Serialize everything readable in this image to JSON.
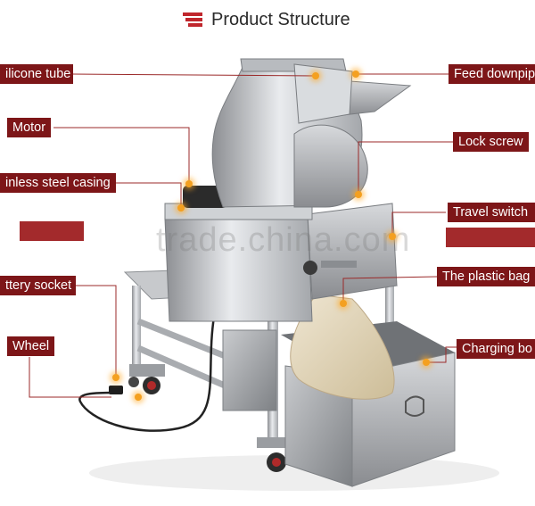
{
  "header": {
    "title": "Product Structure",
    "icon": "stacked-bars-icon"
  },
  "callouts": [
    {
      "key": "silicone",
      "text": "ilicone tube"
    },
    {
      "key": "motor",
      "text": "Motor"
    },
    {
      "key": "casing",
      "text": "inless steel casing"
    },
    {
      "key": "battery",
      "text": "ttery socket"
    },
    {
      "key": "wheel",
      "text": "Wheel"
    },
    {
      "key": "feed",
      "text": "Feed downpip"
    },
    {
      "key": "lock",
      "text": "Lock screw"
    },
    {
      "key": "travel",
      "text": "Travel switch"
    },
    {
      "key": "bag",
      "text": "The plastic bag"
    },
    {
      "key": "charging",
      "text": "Charging bo"
    }
  ],
  "watermark": "trade.china.com",
  "colors": {
    "label_bg": "#7d1618",
    "accent": "#c0272d",
    "marker": "#f4a020",
    "leader": "#9b2a2a"
  }
}
